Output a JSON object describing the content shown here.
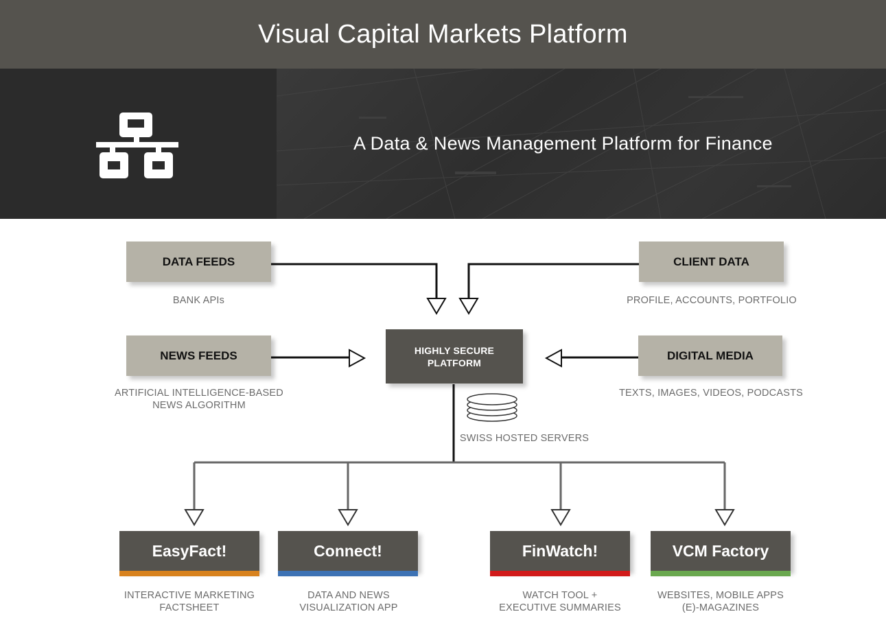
{
  "header": {
    "title": "Visual Capital Markets Platform"
  },
  "banner": {
    "subtitle": "A Data & News Management Platform for Finance",
    "icon": "network-icon"
  },
  "sources": {
    "data_feeds": {
      "label": "DATA FEEDS",
      "caption": "BANK APIs"
    },
    "client_data": {
      "label": "CLIENT DATA",
      "caption": "PROFILE, ACCOUNTS, PORTFOLIO"
    },
    "news_feeds": {
      "label": "NEWS FEEDS",
      "caption_line1": "ARTIFICIAL INTELLIGENCE-BASED",
      "caption_line2": "NEWS ALGORITHM"
    },
    "digital_media": {
      "label": "DIGITAL MEDIA",
      "caption": "TEXTS, IMAGES, VIDEOS, PODCASTS"
    }
  },
  "platform": {
    "line1": "HIGHLY SECURE",
    "line2": "PLATFORM",
    "servers_caption": "SWISS HOSTED SERVERS",
    "servers_icon": "database-icon"
  },
  "products": [
    {
      "name": "EasyFact!",
      "caption_line1": "INTERACTIVE MARKETING",
      "caption_line2": "FACTSHEET",
      "color": "#d8821e"
    },
    {
      "name": "Connect!",
      "caption_line1": "DATA AND NEWS",
      "caption_line2": "VISUALIZATION APP",
      "color": "#3d72b4"
    },
    {
      "name": "FinWatch!",
      "caption_line1": "WATCH TOOL +",
      "caption_line2": "EXECUTIVE SUMMARIES",
      "color": "#d11a1a"
    },
    {
      "name": "VCM Factory",
      "caption_line1": "WEBSITES, MOBILE APPS",
      "caption_line2": "(E)-MAGAZINES",
      "color": "#6aa84f"
    }
  ],
  "colors": {
    "header_bg": "#55534e",
    "source_box": "#b5b2a7",
    "dark_box": "#55534e",
    "banner_bg": "#2f2f2f"
  }
}
